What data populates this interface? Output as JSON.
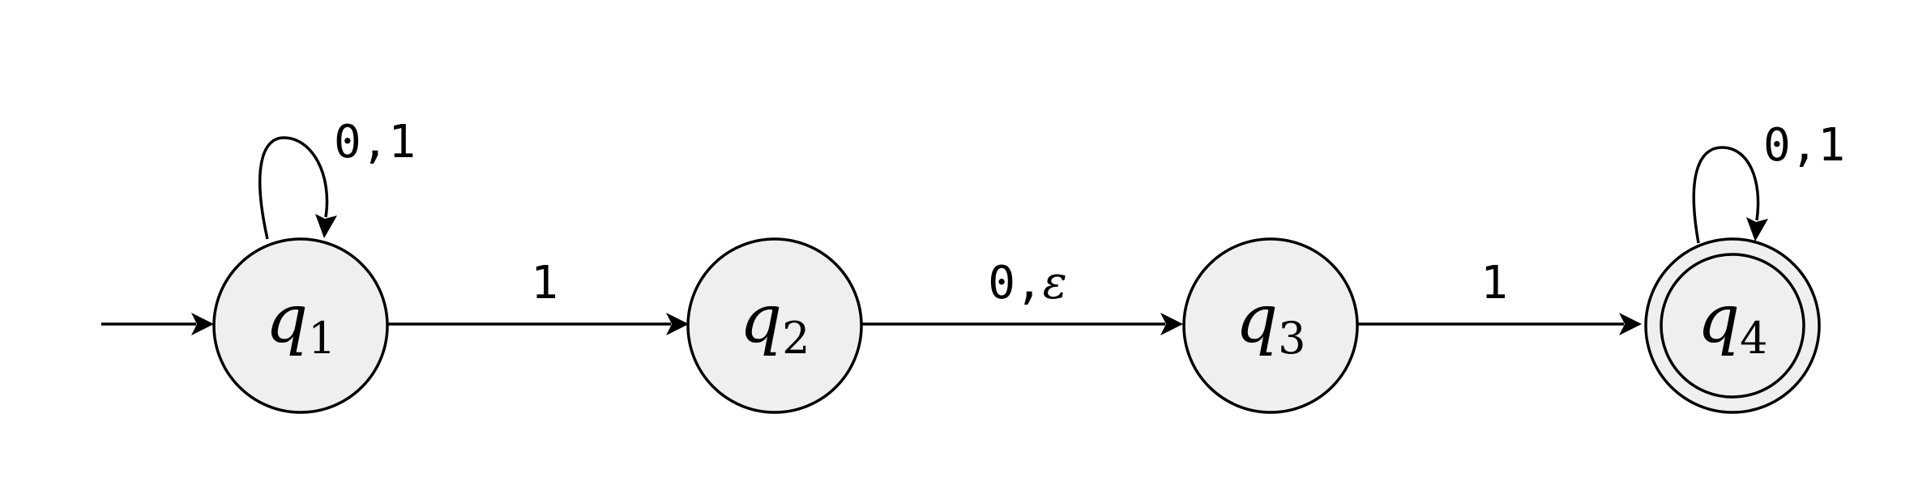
{
  "diagram": {
    "states": [
      {
        "name": "q",
        "sub": "1",
        "accepting": false
      },
      {
        "name": "q",
        "sub": "2",
        "accepting": false
      },
      {
        "name": "q",
        "sub": "3",
        "accepting": false
      },
      {
        "name": "q",
        "sub": "4",
        "accepting": true
      }
    ],
    "start_state": "q1",
    "self_loops": [
      {
        "state": "q1",
        "label": "0,1"
      },
      {
        "state": "q4",
        "label": "0,1"
      }
    ],
    "transitions": [
      {
        "from": "q1",
        "to": "q2",
        "label": "1"
      },
      {
        "from": "q2",
        "to": "q3",
        "label_symbol": "0,",
        "label_epsilon": "ε"
      },
      {
        "from": "q3",
        "to": "q4",
        "label": "1"
      }
    ]
  }
}
